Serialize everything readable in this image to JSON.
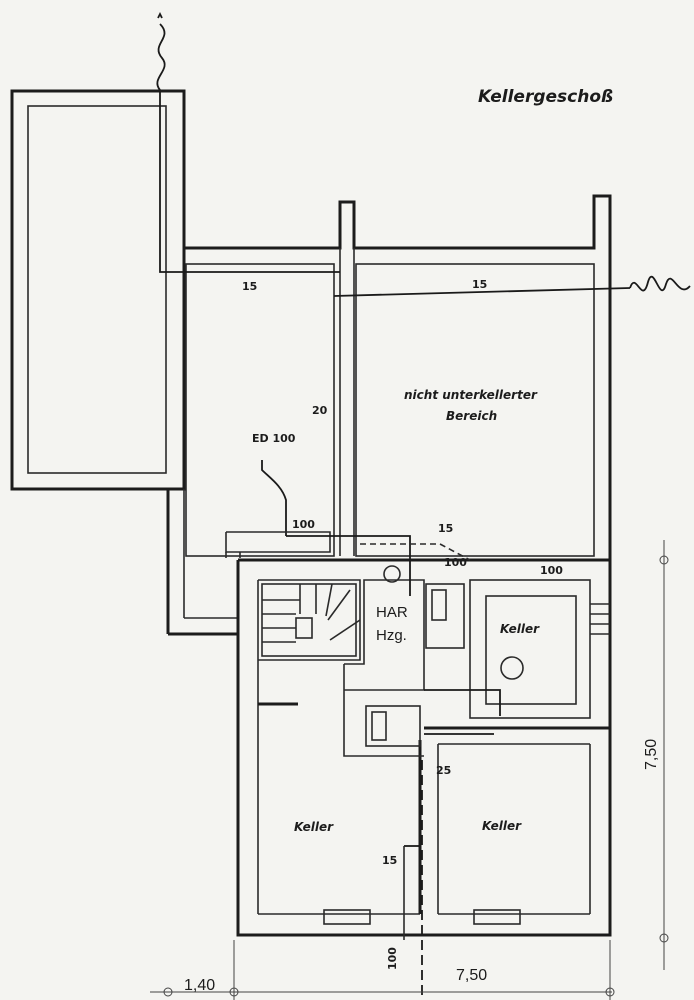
{
  "title": "Kellergeschoß",
  "rooms": {
    "unexcavated_label_line1": "nicht unterkellerter",
    "unexcavated_label_line2": "Bereich",
    "har_line1": "HAR",
    "har_line2": "Hzg.",
    "keller_top_right": "Keller",
    "keller_bottom_left": "Keller",
    "keller_bottom_right": "Keller"
  },
  "pipe_labels": {
    "ed": "ED 100",
    "p15_left": "15",
    "p15_right": "15",
    "p20": "20",
    "p100_a": "100",
    "p15_mid": "15",
    "p100_b": "100",
    "p100_c": "100",
    "p25": "25",
    "p15_bottom": "15",
    "p100_vertical": "100"
  },
  "dimensions": {
    "right_vertical": "7,50",
    "bottom_left": "1,40",
    "bottom_right": "7,50"
  },
  "colors": {
    "ink": "#1c1c1c",
    "paper": "#f4f4f1"
  }
}
